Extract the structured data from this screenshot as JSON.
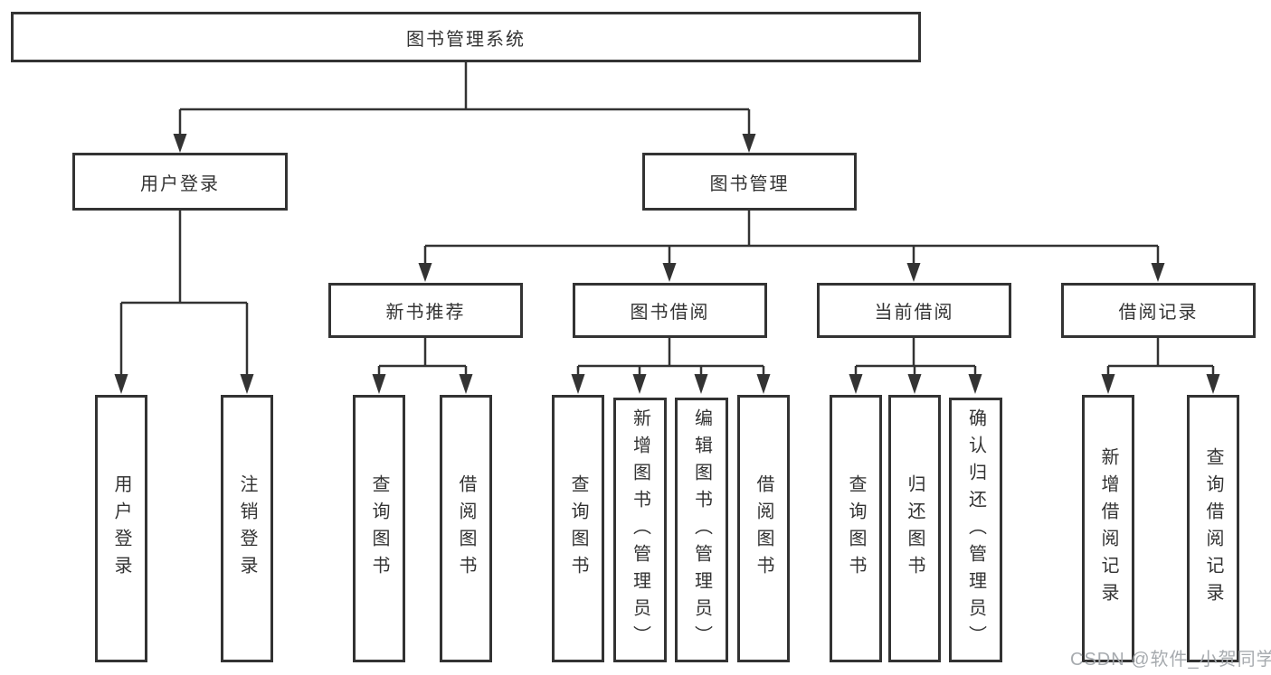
{
  "tree": {
    "label": "图书管理系统",
    "children": [
      {
        "label": "用户登录",
        "children": [
          {
            "label": "用户登录"
          },
          {
            "label": "注销登录"
          }
        ]
      },
      {
        "label": "图书管理",
        "children": [
          {
            "label": "新书推荐",
            "children": [
              {
                "label": "查询图书"
              },
              {
                "label": "借阅图书"
              }
            ]
          },
          {
            "label": "图书借阅",
            "children": [
              {
                "label": "查询图书"
              },
              {
                "label": "新增图书（管理员）"
              },
              {
                "label": "编辑图书（管理员）"
              },
              {
                "label": "借阅图书"
              }
            ]
          },
          {
            "label": "当前借阅",
            "children": [
              {
                "label": "查询图书"
              },
              {
                "label": "归还图书"
              },
              {
                "label": "确认归还（管理员）"
              }
            ]
          },
          {
            "label": "借阅记录",
            "children": [
              {
                "label": "新增借阅记录"
              },
              {
                "label": "查询借阅记录"
              }
            ]
          }
        ]
      }
    ]
  },
  "watermark": {
    "text": "CSDN @软件_小贺同学"
  },
  "colors": {
    "line": "#333333",
    "box_border": "#333333",
    "text": "#333333",
    "watermark": "#a2a6ab",
    "background": "#ffffff"
  }
}
